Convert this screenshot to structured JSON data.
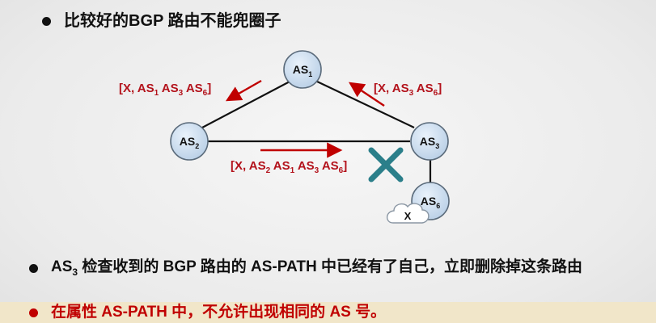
{
  "title": {
    "text": "比较好的BGP 路由不能兜圈子"
  },
  "diagram": {
    "nodes": [
      {
        "id": "as1",
        "base": "AS",
        "sub": "1"
      },
      {
        "id": "as2",
        "base": "AS",
        "sub": "2"
      },
      {
        "id": "as3",
        "base": "AS",
        "sub": "3"
      },
      {
        "id": "as6",
        "base": "AS",
        "sub": "6"
      }
    ],
    "path_labels": {
      "as1_to_as2": {
        "p0": "[X, AS",
        "s1": "1",
        "p1": " AS",
        "s2": "3",
        "p2": " AS",
        "s3": "6",
        "p3": "]"
      },
      "as3_to_as1": {
        "p0": "[X, AS",
        "s1": "3",
        "p1": " AS",
        "s2": "6",
        "p2": "]"
      },
      "as2_to_as3": {
        "p0": "[X, AS",
        "s1": "2",
        "p1": " AS",
        "s2": "1",
        "p2": " AS",
        "s3": "3",
        "p3": " AS",
        "s4": "6",
        "p4": "]"
      }
    },
    "cloud_label": "X",
    "colors": {
      "arrow": "#c00000",
      "node_fill": "#cfe0f2",
      "node_stroke": "#5b6b7b",
      "reject_mark": "#2b7f8a"
    }
  },
  "bullets": [
    {
      "pre": "AS",
      "sub": "3",
      "post": " 检查收到的 BGP 路由的 AS-PATH 中已经有了自己，立即删除掉这条路由"
    },
    {
      "text": "在属性 AS-PATH 中，不允许出现相同的 AS 号。"
    }
  ]
}
